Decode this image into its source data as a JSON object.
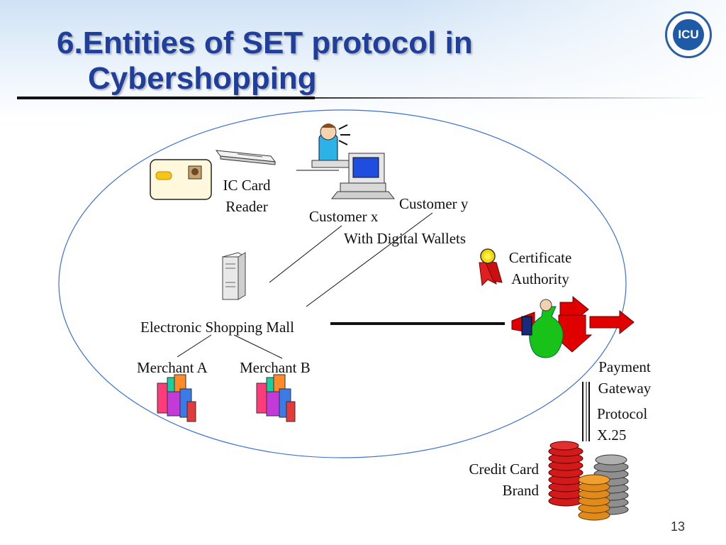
{
  "slide": {
    "title_line1": "6.Entities of SET protocol in",
    "title_line2": "Cybershopping",
    "logo_text": "ICU",
    "page_number": "13"
  },
  "labels": {
    "ic_card_reader_line1": "IC Card",
    "ic_card_reader_line2": "Reader",
    "customer_y": "Customer y",
    "customer_x": "Customer x",
    "digital_wallets": "With Digital Wallets",
    "certificate_line1": "Certificate",
    "certificate_line2": "Authority",
    "shopping_mall": "Electronic Shopping Mall",
    "merchant_a": "Merchant A",
    "merchant_b": "Merchant B",
    "payment_line1": "Payment",
    "payment_line2": "Gateway",
    "protocol_line1": "Protocol",
    "protocol_line2": "X.25",
    "credit_line1": "Credit Card",
    "credit_line2": "Brand"
  },
  "colors": {
    "title": "#1f3f9a",
    "ellipse": "#3a6fd8",
    "gateway_arrow": "#e00000",
    "money_bag": "#18c218"
  },
  "icons": [
    "ic-card-icon",
    "card-reader-icon",
    "customer-person-icon",
    "computer-icon",
    "server-icon",
    "certificate-ribbon-icon",
    "building-icon",
    "money-bag-icon",
    "coin-stack-icon"
  ]
}
